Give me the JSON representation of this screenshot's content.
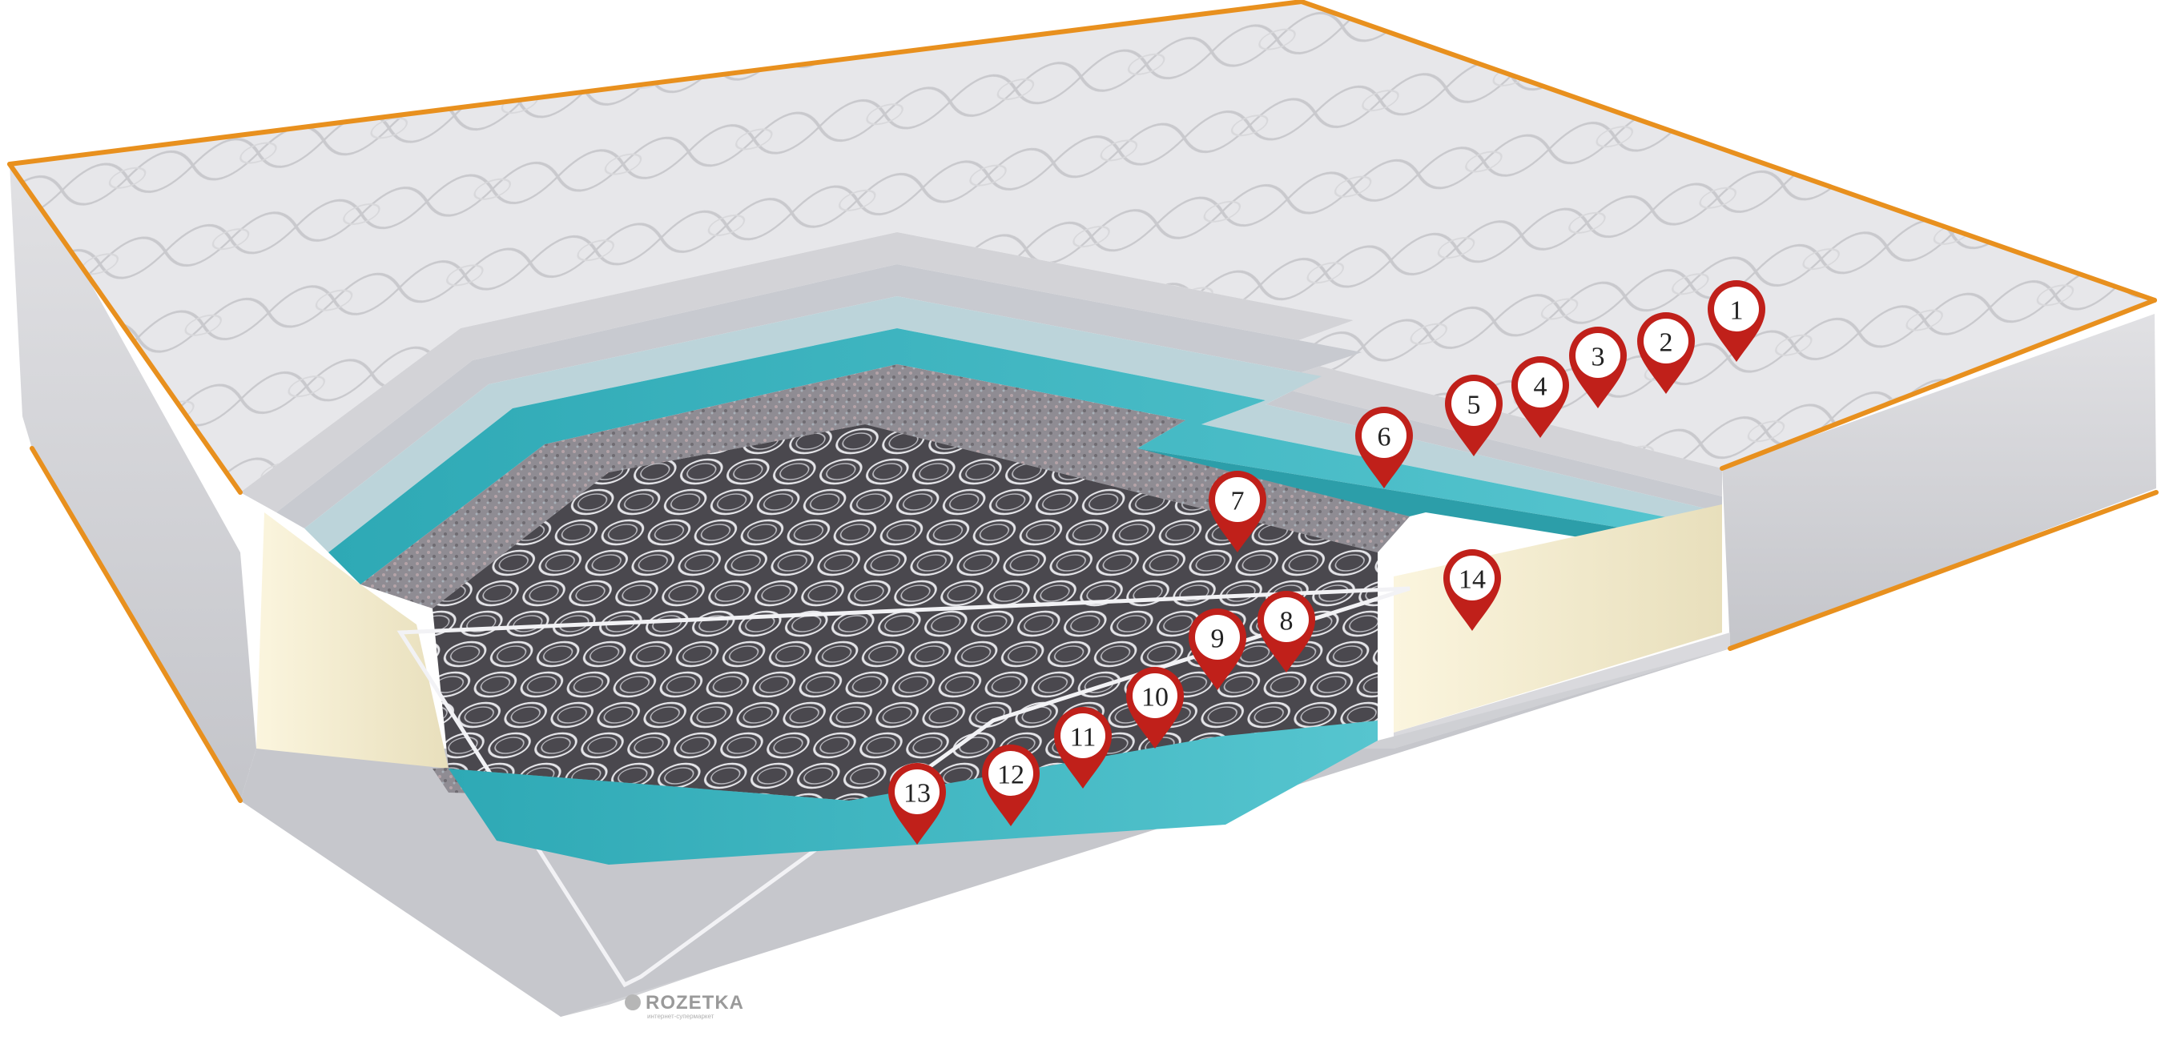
{
  "image": {
    "subject": "mattress-cutaway",
    "colors": {
      "piping": "#e8901e",
      "fabric": "#e6e6e8",
      "fabric_shade": "#cfd0d4",
      "foam_teal": "#3bb5c0",
      "foam_cream": "#f3ecd0",
      "felt": "#8d8a90",
      "spring": "#e9e9ec",
      "marker": "#c0201a"
    }
  },
  "markers": [
    {
      "label": "1"
    },
    {
      "label": "2"
    },
    {
      "label": "3"
    },
    {
      "label": "4"
    },
    {
      "label": "5"
    },
    {
      "label": "6"
    },
    {
      "label": "7"
    },
    {
      "label": "8"
    },
    {
      "label": "9"
    },
    {
      "label": "10"
    },
    {
      "label": "11"
    },
    {
      "label": "12"
    },
    {
      "label": "13"
    },
    {
      "label": "14"
    }
  ],
  "watermark": {
    "brand": "ROZETKA",
    "tagline": "интернет-супермаркет"
  }
}
